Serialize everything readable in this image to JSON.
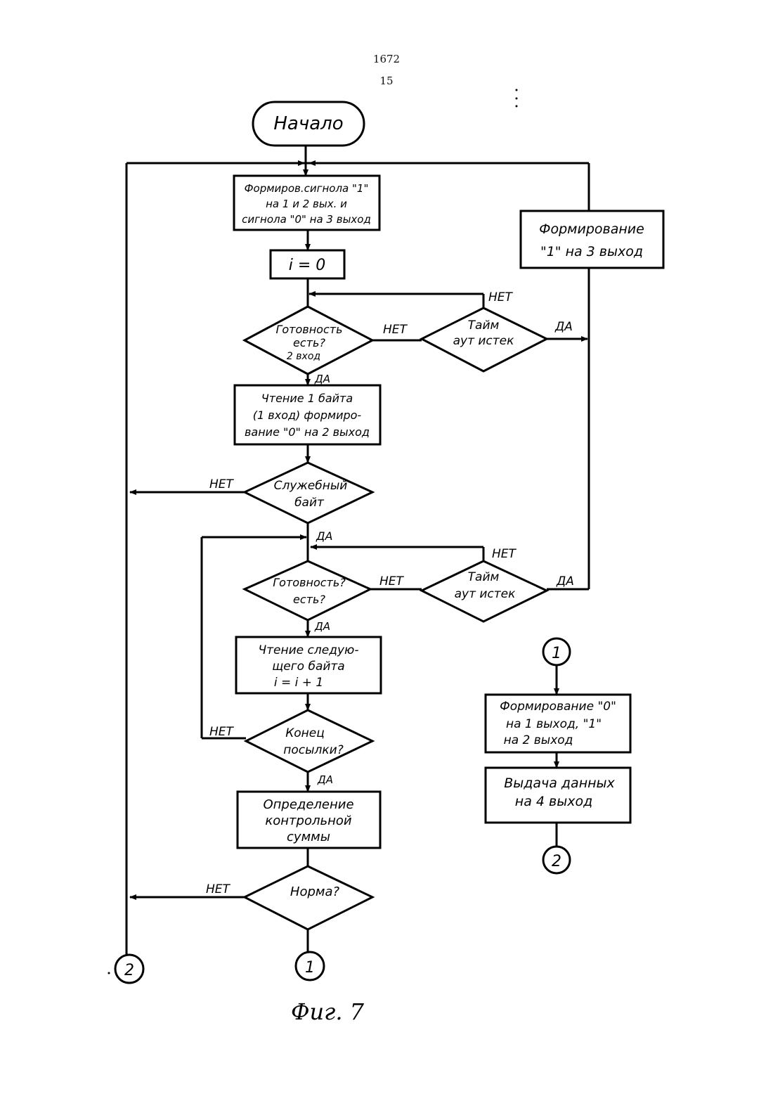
{
  "header": {
    "page_number": "1672",
    "column_number": "15"
  },
  "diagram": {
    "start": "Начало",
    "init_signals": [
      "Формиров.сигнола \"1\"",
      "на 1 и 2 вых. и",
      "сигнола \"0\" на 3 выход"
    ],
    "set_i_zero": "i = 0",
    "ready_check_1": [
      "Готовность",
      "есть?",
      "2 вход"
    ],
    "timeout_1": [
      "Тайм",
      "аут истек"
    ],
    "form_one_out3": [
      "Формирование",
      "\"1\" на 3 выход"
    ],
    "read_first_byte": [
      "Чтение 1 байта",
      "(1 вход) формиро-",
      "вание \"0\" на 2 выход"
    ],
    "service_byte": [
      "Служебный",
      "байт"
    ],
    "ready_check_2": [
      "Готовность?",
      "есть?"
    ],
    "timeout_2": [
      "Тайм",
      "аут истек"
    ],
    "read_next_byte": [
      "Чтение следую-",
      "щего байта",
      "i = i + 1"
    ],
    "end_of_message": [
      "Конец",
      "посылки?"
    ],
    "checksum": [
      "Определение",
      "контрольной",
      "суммы"
    ],
    "norm_check": "Норма?",
    "form_outputs": [
      "Формирование \"0\"",
      "на 1 выход, \"1\"",
      "на 2 выход"
    ],
    "output_data": [
      "Выдача данных",
      "на 4 выход"
    ],
    "connector_1": "1",
    "connector_2": "2",
    "yes": "ДА",
    "no": "НЕТ",
    "caption": "Фиг. 7"
  }
}
